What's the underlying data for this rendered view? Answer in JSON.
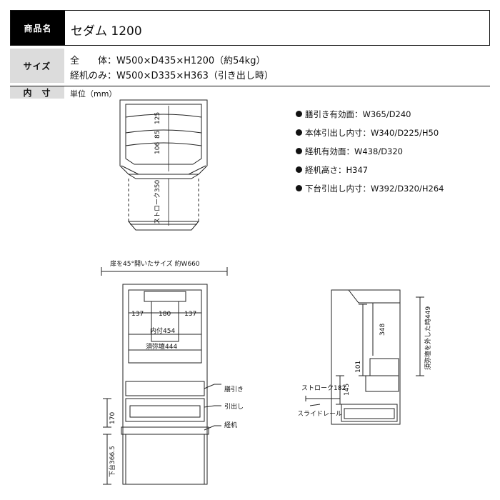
{
  "product": {
    "label": "商品名",
    "name": "セダム 1200"
  },
  "size": {
    "label": "サイズ",
    "lines": [
      "全　　体：W500×D435×H1200（約54kg）",
      "経机のみ：W500×D335×H363（引き出し時）"
    ]
  },
  "interior": {
    "label": "内　寸",
    "unit": "単位（mm）"
  },
  "specs": [
    "膳引き有効面：W365/D240",
    "本体引出し内寸：W340/D225/H50",
    "経机有効面：W438/D320",
    "経机高さ：H347",
    "下台引出し内寸：W392/D320/H264"
  ],
  "diagram_top": {
    "d1": "125",
    "d2": "85",
    "d3": "106",
    "stroke": "ストローク350"
  },
  "diagram_front": {
    "open_width": "扉を45°開いたサイズ 約W660",
    "d137a": "137",
    "d180": "180",
    "d137b": "137",
    "inner": "内付454",
    "shumidan": "須弥壇444",
    "d170": "170",
    "lower": "下台366.5",
    "zenbiki": "膳引き",
    "hikidashi": "引出し",
    "kyouki": "経机"
  },
  "diagram_side": {
    "d348": "348",
    "d101": "101",
    "d145": "145",
    "stroke": "ストローク182",
    "slide": "スライドレール",
    "removed": "須弥壇を外した時449"
  }
}
